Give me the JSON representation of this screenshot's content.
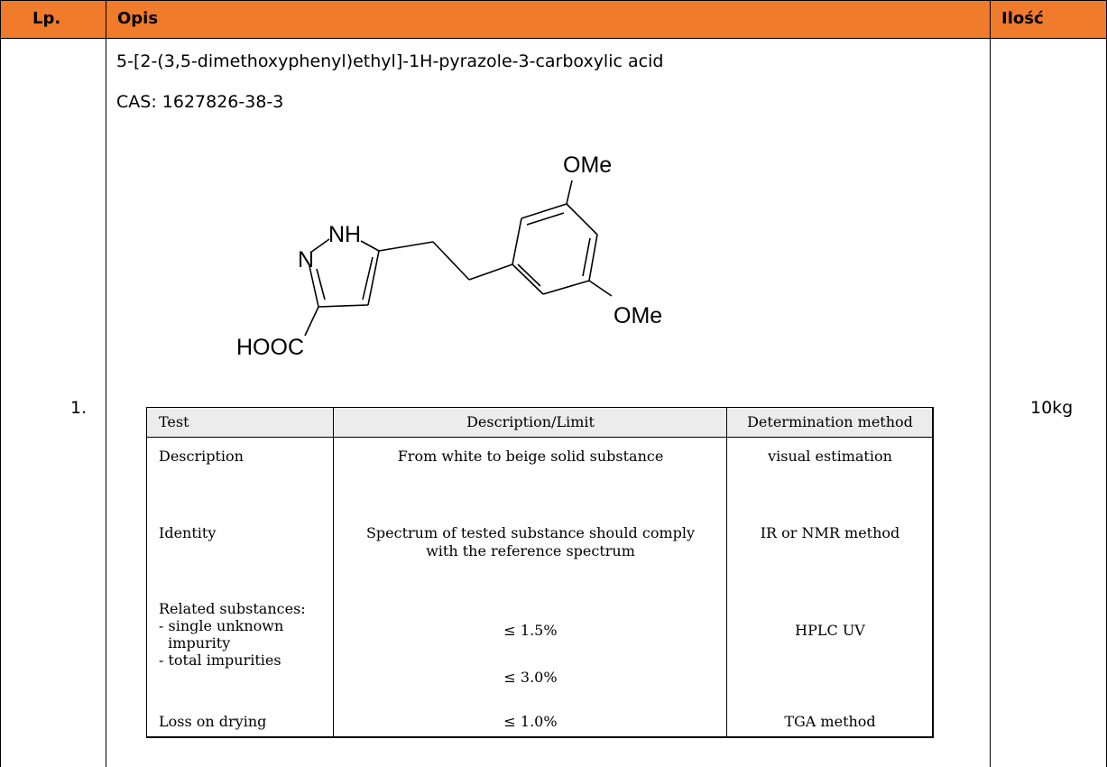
{
  "header": {
    "lp_label": "Lp.",
    "opis_label": "Opis",
    "ilosc_label": "Ilość",
    "color": "#f07b2a"
  },
  "row": {
    "lp": "1.",
    "name": "5-[2-(3,5-dimethoxyphenyl)ethyl]-1H-pyrazole-3-carboxylic acid",
    "cas": "CAS: 1627826-38-3",
    "quantity": "10kg"
  },
  "structure": {
    "labels": {
      "ome_top": "OMe",
      "ome_bottom": "OMe",
      "nh": "NH",
      "n": "N",
      "hooc": "HOOC"
    }
  },
  "spec_table": {
    "headers": [
      "Test",
      "Description/Limit",
      "Determination method"
    ],
    "rows": [
      {
        "test": [
          "Description"
        ],
        "limit": [
          "From white to beige solid substance"
        ],
        "method": [
          "visual estimation"
        ]
      },
      {
        "test": [
          "Identity"
        ],
        "limit": [
          "Spectrum of tested substance should comply",
          "with the reference spectrum"
        ],
        "method": [
          "IR or NMR method"
        ]
      },
      {
        "test": [
          "Related substances:",
          "- single unknown",
          "  impurity",
          "- total impurities"
        ],
        "limit": [
          "≤ 1.5%",
          "≤ 3.0%"
        ],
        "method": [
          "HPLC UV"
        ]
      },
      {
        "test": [
          "Loss on drying"
        ],
        "limit": [
          "≤ 1.0%"
        ],
        "method": [
          "TGA method"
        ]
      }
    ]
  }
}
